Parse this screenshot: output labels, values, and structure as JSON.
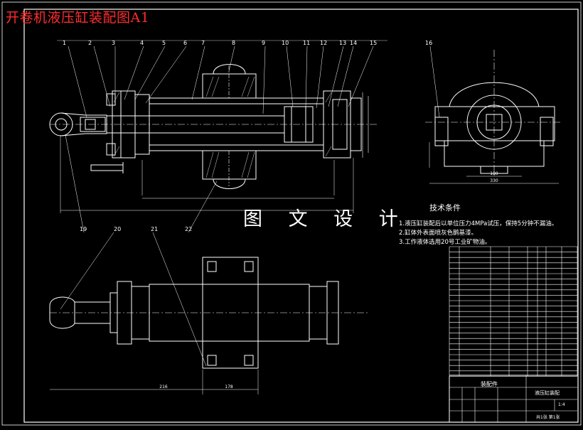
{
  "title": "开卷机液压缸装配图A1",
  "watermark": "图 文 设 计",
  "tech_title": "技术条件",
  "tech_notes": [
    "1.液压缸装配后以单位压力4MPa试压，保持5分钟不漏油。",
    "2.缸体外表面喷灰色鹅基漆。",
    "3.工作液体选用20号工业矿物油。"
  ],
  "balloons_top": [
    "1",
    "2",
    "3",
    "4",
    "5",
    "6",
    "7",
    "8",
    "9",
    "10",
    "11",
    "12",
    "13",
    "14",
    "15",
    "16"
  ],
  "balloons_bottom": [
    "19",
    "20",
    "21",
    "22"
  ],
  "title_block": {
    "name": "装配件",
    "drawing": "液压缸装配",
    "scale": "1:4",
    "sheet": "共1张 第1张"
  },
  "colors": {
    "line": "#ffffff",
    "accent_red": "#ff2d2d",
    "hatch": "#dddddd"
  }
}
